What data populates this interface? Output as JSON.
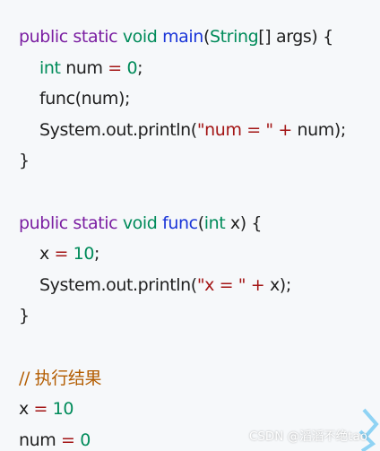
{
  "code": {
    "l1": {
      "kw": "public static ",
      "ty": "void ",
      "fn": "main",
      "p1": "(",
      "ty2": "String",
      "p2": "[] args) {"
    },
    "l2": {
      "ty": "int ",
      "p1": "num ",
      "op": "=",
      "p2": " ",
      "num": "0",
      "p3": ";"
    },
    "l3": {
      "p1": "func(num);"
    },
    "l4": {
      "p1": "System.out.println(",
      "str": "\"num = \"",
      "p2": " ",
      "op": "+",
      "p3": " num);"
    },
    "l5": {
      "p1": "}"
    },
    "l7": {
      "kw": "public static ",
      "ty": "void ",
      "fn": "func",
      "p1": "(",
      "ty2": "int",
      "p2": " x) {"
    },
    "l8": {
      "p1": "x ",
      "op": "=",
      "p2": " ",
      "num": "10",
      "p3": ";"
    },
    "l9": {
      "p1": "System.out.println(",
      "str": "\"x = \"",
      "p2": " ",
      "op": "+",
      "p3": " x);"
    },
    "l10": {
      "p1": "}"
    },
    "l12": {
      "comment": "// 执行结果"
    },
    "l13": {
      "p1": "x ",
      "op": "=",
      "p2": " ",
      "num": "10"
    },
    "l14": {
      "p1": "num ",
      "op": "=",
      "p2": " ",
      "num": "0"
    }
  },
  "watermark": "CSDN @滔滔不绝tao",
  "colors": {
    "background": "#f6f8fa",
    "keyword": "#7b1fa2",
    "type": "#008b5a",
    "function": "#1a35d8",
    "string": "#a31515",
    "comment": "#b35c00",
    "deco": "#8fd3f4"
  }
}
